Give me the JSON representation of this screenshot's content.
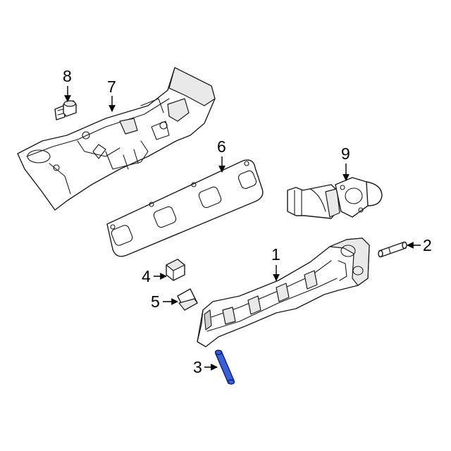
{
  "callouts": [
    {
      "id": "1",
      "label": "1"
    },
    {
      "id": "2",
      "label": "2"
    },
    {
      "id": "3",
      "label": "3"
    },
    {
      "id": "4",
      "label": "4"
    },
    {
      "id": "5",
      "label": "5"
    },
    {
      "id": "6",
      "label": "6"
    },
    {
      "id": "7",
      "label": "7"
    },
    {
      "id": "8",
      "label": "8"
    },
    {
      "id": "9",
      "label": "9"
    }
  ],
  "highlighted_part": "3",
  "colors": {
    "highlight": "#3a5fd6",
    "line": "#1a1a1a",
    "background": "#ffffff"
  }
}
